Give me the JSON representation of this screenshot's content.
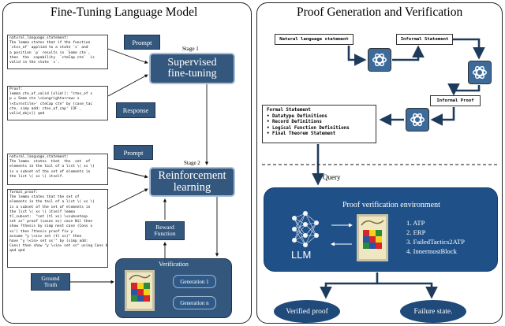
{
  "left": {
    "title": "Fine-Tuning Language Model",
    "stage1": "Stage 1",
    "stage2": "Stage 2",
    "prompt1": "Prompt",
    "response": "Response",
    "prompt2": "Prompt",
    "sft_line1": "Supervised",
    "sft_line2": "fine-tuning",
    "rl_line1": "Reinforcement",
    "rl_line2": "learning",
    "reward_line1": "Reward",
    "reward_line2": "Function",
    "ground_line1": "Ground",
    "ground_line2": "Truth",
    "verification": "Verification",
    "gen1": "Generation 1",
    "genn": "Generation n",
    "nl1": "natural_language_statement:\nThe lemma states that if the function\n`ctxs_of` applied to a state `s` and\na position `p` results in `Some cte`,\nthen  the  capability  `cteCap cte`  is\nvalid in the state `s`.",
    "proof1": "Proof:\nlemma cte_of_valid [elim!]: \"ctes_of s\np = Some cte \\<Longrightarrow> s\n\\<turnstile>' cteCap cte\" by (case_tac\ncte, simp add: ctes_of_cap' [OF _\nvalid_objs]) qed",
    "nl2": "natural_language_statement:\nThe lemma  states  that  the  set  of\nelements in the tail of a list \\( xs \\)\nis a subset of the set of elements in\nthe list \\( xs \\) itself.",
    "formal2": "formal_proof:\nThe lemma states that the set of\nelements in the tail of a list \\( xs \\)\nis a subset of the set of elements in\nthe list \\( xs \\) itself lemma\ntl_subset:  \"set (tl xs) \\<subseteq>\nset xs\" proof (cases xs) case Nil then\nshow ?thesis by simp next case (Cons x\nxs') then ?thesis proof fix y\nassume \"y \\<in> set (tl xs)\" then\nhave \"y \\<in> set xs'\" by (simp add:\nCons) then show \"y \\<in> set xs\" using Cons by simp\nqed qed"
  },
  "right": {
    "title": "Proof Generation and Verification",
    "nl_statement": "Natural language statement",
    "informal_statement": "Informal Statement",
    "informal_proof": "Informal Proof",
    "formal_title": "Formal Statement",
    "formal_items": [
      "Datatype Definitions",
      "Record Definitions",
      "Logical Function Definitions",
      "Final Theorem Statement"
    ],
    "query": "Query",
    "env_title": "Proof verification environment",
    "llm": "LLM",
    "tools": [
      "1. ATP",
      "2. ERP",
      "3. FailedTactics2ATP",
      "4. InnermostBlock"
    ],
    "verified": "Verified proof",
    "failure": "Failure state."
  },
  "colors": {
    "accent": "#34577e",
    "env": "#1f5188",
    "ellipse": "#1f4a7a"
  },
  "icons": [
    "openai-logo-icon",
    "isabelle-logo-icon",
    "neural-network-icon"
  ]
}
